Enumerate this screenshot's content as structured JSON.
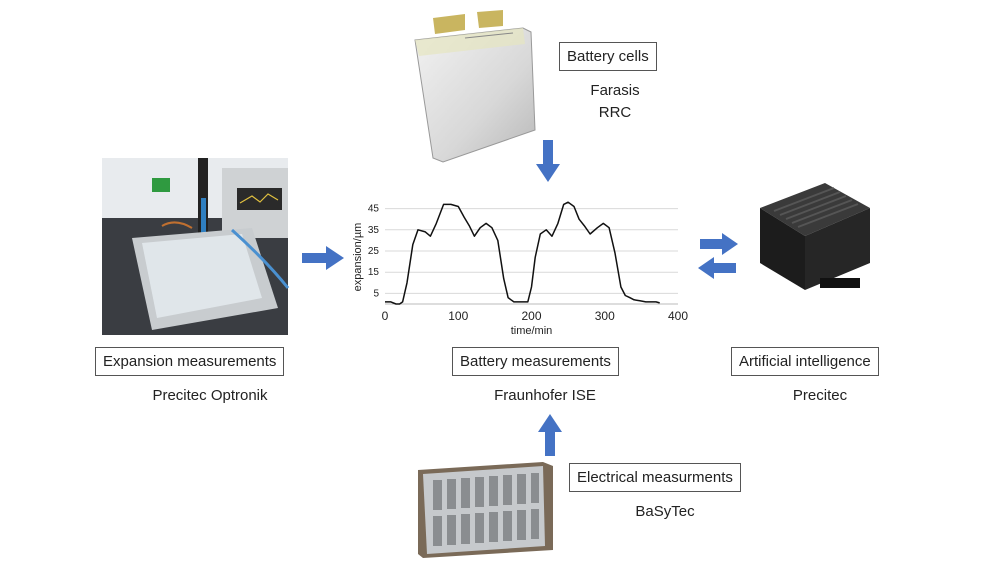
{
  "nodes": {
    "battery_cells": {
      "label": "Battery cells",
      "sub": [
        "Farasis",
        "RRC"
      ]
    },
    "expansion": {
      "label": "Expansion measurements",
      "sub": "Precitec Optronik"
    },
    "battery_meas": {
      "label": "Battery measurements",
      "sub": "Fraunhofer ISE"
    },
    "ai": {
      "label": "Artificial intelligence",
      "sub": "Precitec"
    },
    "electrical": {
      "label": "Electrical measurments",
      "sub": "BaSyTec"
    }
  },
  "colors": {
    "arrow": "#4472C4",
    "line": "#111111",
    "grid": "#d9d9d9"
  },
  "chart_data": {
    "type": "line",
    "xlabel": "time/min",
    "ylabel": "expansion/µm",
    "xlim": [
      0,
      400
    ],
    "ylim": [
      0,
      50
    ],
    "xticks": [
      0,
      100,
      200,
      300,
      400
    ],
    "yticks": [
      5,
      15,
      25,
      35,
      45
    ],
    "grid": true,
    "x": [
      0,
      8,
      15,
      20,
      24,
      30,
      38,
      45,
      55,
      62,
      70,
      80,
      90,
      100,
      108,
      115,
      122,
      130,
      138,
      146,
      154,
      162,
      168,
      172,
      176,
      180,
      186,
      195,
      200,
      205,
      212,
      220,
      228,
      236,
      244,
      250,
      258,
      265,
      272,
      280,
      290,
      298,
      306,
      314,
      322,
      328,
      334,
      340,
      348,
      356,
      364,
      370,
      375
    ],
    "values": [
      1,
      1,
      0,
      0,
      1,
      10,
      28,
      35,
      34,
      32,
      38,
      47,
      47,
      46,
      41,
      37,
      32,
      36,
      38,
      36,
      30,
      12,
      3,
      2,
      1,
      1,
      1,
      1,
      8,
      22,
      33,
      35,
      32,
      38,
      47,
      48,
      46,
      40,
      37,
      33,
      36,
      38,
      36,
      24,
      8,
      4,
      3,
      2,
      1.5,
      1,
      1,
      1,
      0.5
    ]
  }
}
